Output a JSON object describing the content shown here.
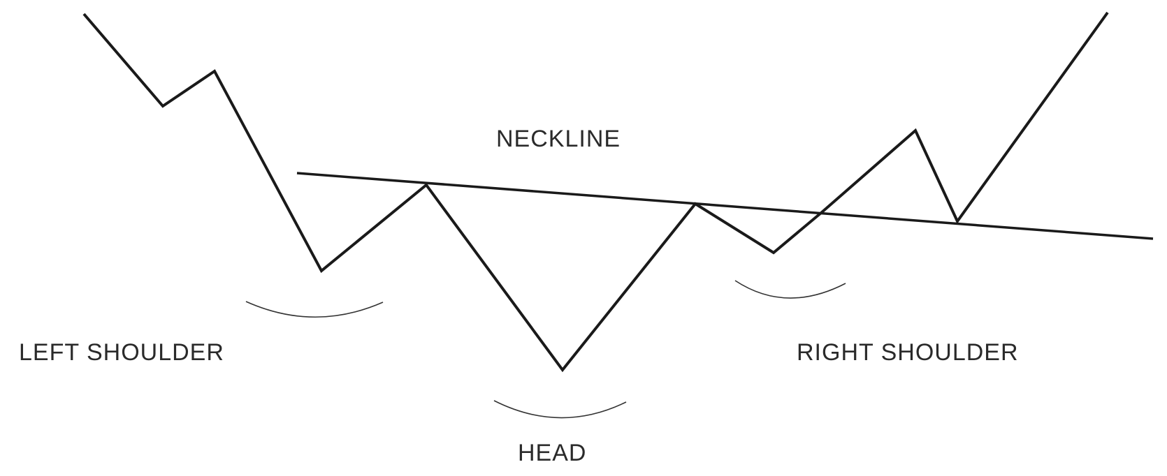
{
  "labels": {
    "neckline": "NECKLINE",
    "left_shoulder": "LEFT SHOULDER",
    "head": "HEAD",
    "right_shoulder": "RIGHT SHOULDER"
  },
  "colors": {
    "line": "#1a1a1a",
    "text": "#2a2a2a",
    "background": "#ffffff"
  }
}
